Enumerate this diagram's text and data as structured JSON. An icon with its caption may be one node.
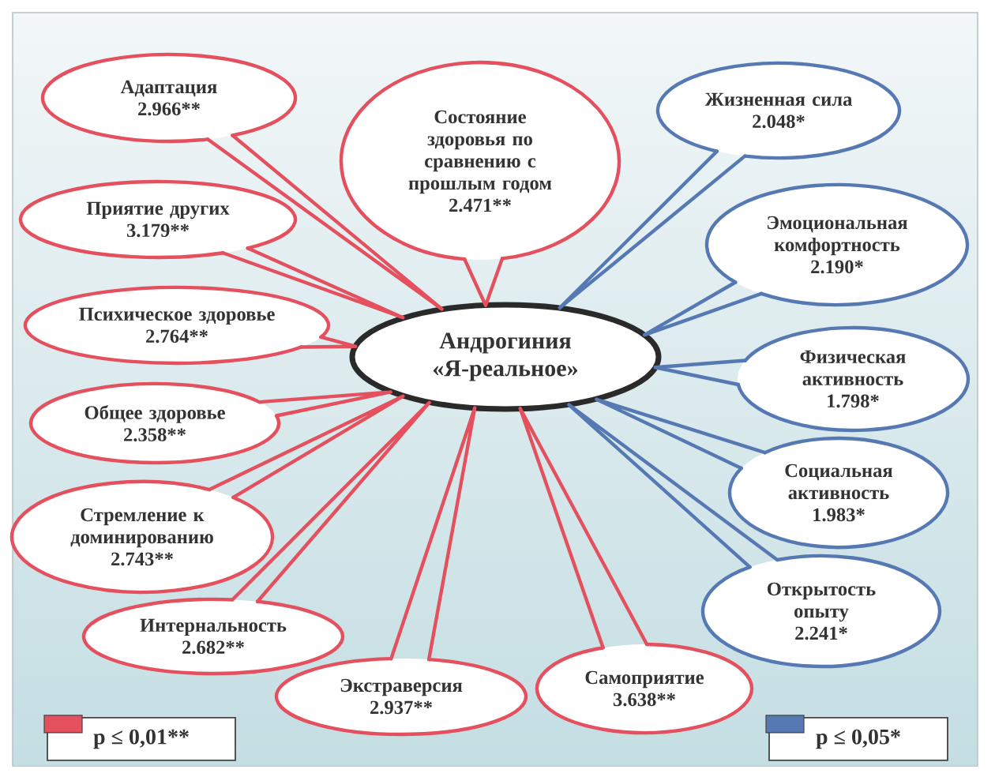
{
  "diagram": {
    "nodes": [
      {
        "text": [
          "Андрогиния «Я-реальное»"
        ]
      },
      {
        "text": [
          "Адаптация",
          "2.966**"
        ]
      },
      {
        "text": [
          "Состояние здоровья по сравнению с прошлым годом",
          "2.471**"
        ]
      },
      {
        "text": [
          "Жизненная сила",
          "2.048*"
        ]
      },
      {
        "text": [
          "Приятие других",
          "3.179**"
        ]
      },
      {
        "text": [
          "Эмоциональная комфортность",
          "2.190*"
        ]
      },
      {
        "text": [
          "Психическое здоровье",
          "2.764**"
        ]
      },
      {
        "text": [
          "Физическая активность",
          "1.798*"
        ]
      },
      {
        "text": [
          "Общее здоровье",
          "2.358**"
        ]
      },
      {
        "text": [
          "Социальная активность",
          "1.983*"
        ]
      },
      {
        "text": [
          "Стремление к доминированию",
          "2.743**"
        ]
      },
      {
        "text": [
          "Открытость опыту",
          "2.241*"
        ]
      },
      {
        "text": [
          "Интернальность",
          "2.682**"
        ]
      },
      {
        "text": [
          "Экстраверсия",
          "2.937**"
        ]
      },
      {
        "text": [
          "Самоприятие",
          "3.638**"
        ]
      }
    ],
    "edges": [
      {
        "from": 1,
        "to": 0,
        "arrow": "none"
      },
      {
        "from": 2,
        "to": 0,
        "arrow": "none"
      },
      {
        "from": 3,
        "to": 0,
        "arrow": "none",
        "color": "#5679b3"
      },
      {
        "from": 4,
        "to": 0,
        "arrow": "none"
      },
      {
        "from": 5,
        "to": 0,
        "arrow": "none",
        "color": "#5679b3"
      },
      {
        "from": 6,
        "to": 0,
        "arrow": "none"
      },
      {
        "from": 7,
        "to": 0,
        "arrow": "none",
        "color": "#5679b3"
      },
      {
        "from": 8,
        "to": 0,
        "arrow": "none"
      },
      {
        "from": 9,
        "to": 0,
        "arrow": "none",
        "color": "#5679b3"
      },
      {
        "from": 10,
        "to": 0,
        "arrow": "none"
      },
      {
        "from": 11,
        "to": 0,
        "arrow": "none",
        "color": "#5679b3"
      },
      {
        "from": 12,
        "to": 0,
        "arrow": "none"
      },
      {
        "from": 13,
        "to": 0,
        "arrow": "none"
      },
      {
        "from": 14,
        "to": 0,
        "arrow": "none"
      }
    ],
    "legend": [
      {
        "text": "p ≤ 0,01**",
        "color": "#e4505e"
      },
      {
        "text": "p ≤ 0,05*",
        "color": "#5679b3"
      }
    ]
  }
}
